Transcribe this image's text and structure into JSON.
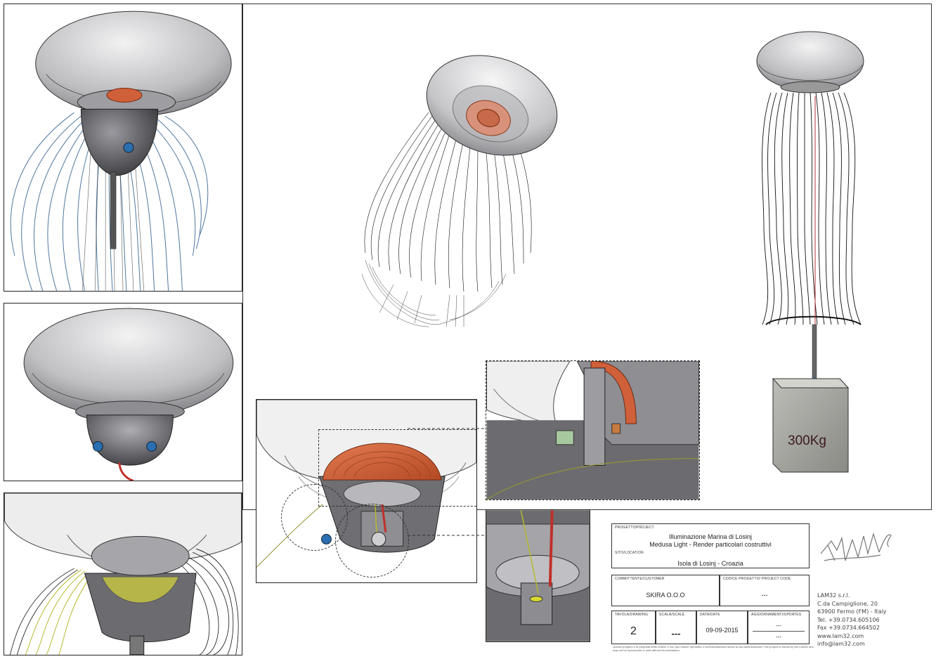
{
  "weight_label": "300Kg",
  "title_block": {
    "project_label": "PROGETTO/PROJECT",
    "project_line1": "Illuminazione Marina di Losinj",
    "project_line2": "Medusa Light - Render particolari costruttivi",
    "site_label": "SITO/LOCATION",
    "site_value": "Isola di Losinj - Croazia",
    "customer_label": "COMMITTENTE/CUSTOMER",
    "customer_value": "SKIRA O.O.O",
    "project_code_label": "CODICE PROGETTO/ PROJECT CODE",
    "project_code_value": "---",
    "drawing_label": "TAVOLA/DRAWING",
    "drawing_value": "2",
    "scale_label": "SCALA/SCALE",
    "scale_value": "---",
    "date_label": "DATA/DATE",
    "date_value": "09-09-2015",
    "updates_label": "AGGIORNAMENTI/UPDATES",
    "updates_value_1": "---",
    "updates_value_2": "---"
  },
  "company": {
    "name": "LAM32 s.r.l.",
    "address": "C.da Campiglione, 20",
    "city": "63900 Fermo (FM) - Italy",
    "tel": "Tel. +39.0734.605106",
    "fax": "Fax +39.0734.664502",
    "web": "www.lam32.com",
    "email": "info@lam32.com"
  },
  "disclaimer": "Questo progetto è di proprietà della LAM32 e non può essere riprodotto o commercializzato senza la sua autorizzazione/ This project is owned by the LAM32 and may not be reproduced or sold without his permission.",
  "colors": {
    "shell": "#c9c9cc",
    "body": "#6b6b70",
    "dome": "#d0603a",
    "cable_blue": "#2f5f8f",
    "cable_yellow": "#b8b830",
    "ink": "#111111"
  },
  "icons": {
    "logo": "lam32-logo"
  }
}
